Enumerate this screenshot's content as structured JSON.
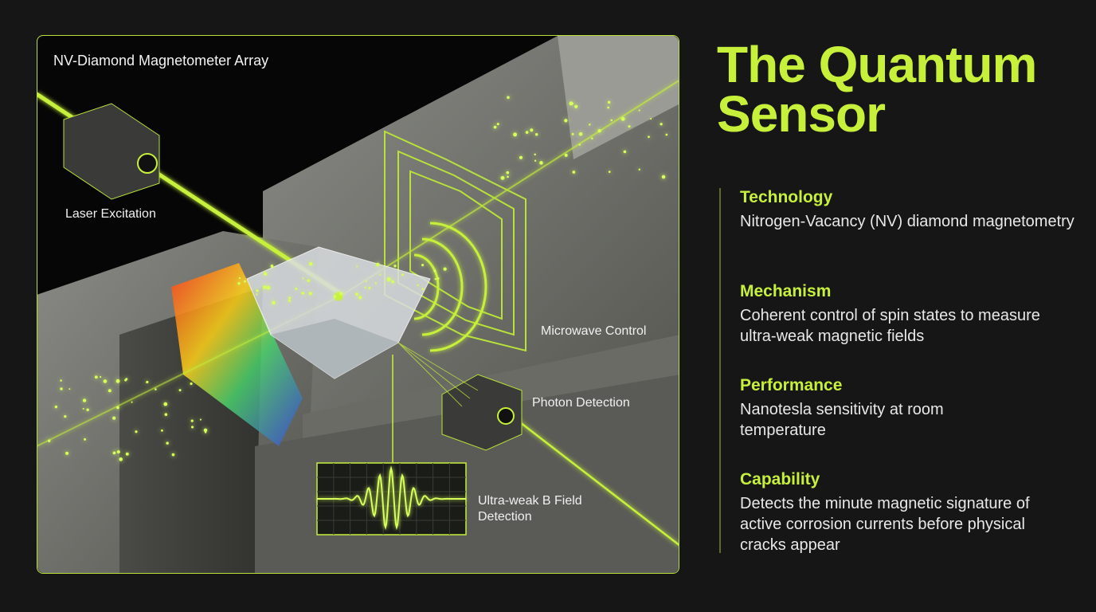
{
  "diagram": {
    "title": "NV-Diamond Magnetometer Array",
    "labels": {
      "laser": "Laser Excitation",
      "microwave": "Microwave Control",
      "photon": "Photon Detection",
      "bfield_line1": "Ultra-weak B Field",
      "bfield_line2": "Detection"
    }
  },
  "heading": {
    "line1": "The Quantum",
    "line2": "Sensor"
  },
  "sections": [
    {
      "title": "Technology",
      "body": "Nitrogen-Vacancy (NV) diamond magnetometry"
    },
    {
      "title": "Mechanism",
      "body": "Coherent control of spin states to measure ultra-weak magnetic fields"
    },
    {
      "title": "Performance",
      "body": "Nanotesla sensitivity at room temperature"
    },
    {
      "title": "Capability",
      "body": "Detects the minute magnetic signature of active corrosion currents before physical cracks appear"
    }
  ],
  "colors": {
    "accent": "#c6f03a",
    "background": "#161616"
  }
}
